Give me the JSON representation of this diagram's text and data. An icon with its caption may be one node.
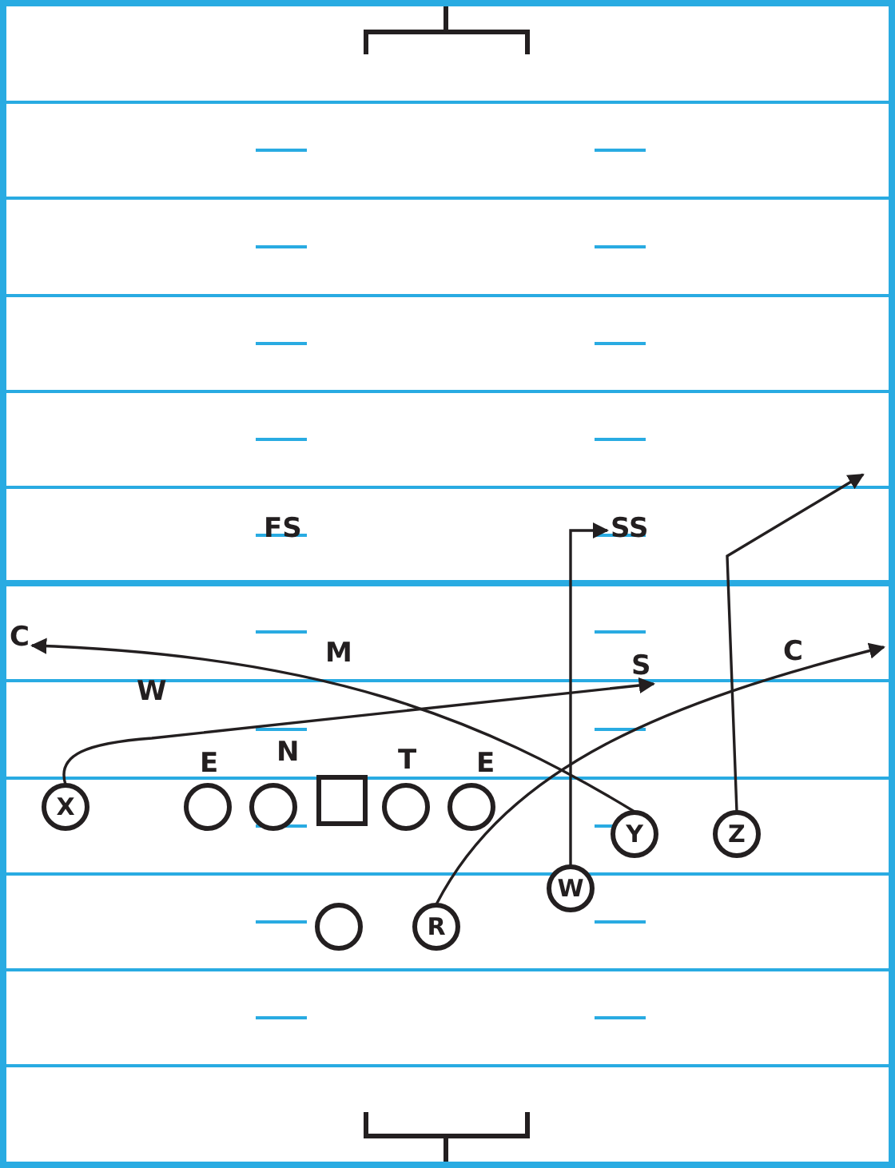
{
  "diagram": {
    "nodes": [
      {
        "text": [
          "SS"
        ]
      },
      {
        "text": [
          "C"
        ]
      },
      {
        "text": [
          "S"
        ]
      },
      {
        "text": [
          "X"
        ]
      },
      {
        "text": [],
        "shape": "circle"
      },
      {
        "text": [],
        "shape": "circle"
      },
      {
        "text": [],
        "shape": "box"
      },
      {
        "text": [],
        "shape": "circle"
      },
      {
        "text": [],
        "shape": "circle"
      },
      {
        "text": [
          "Y"
        ]
      },
      {
        "text": [
          "Z"
        ]
      },
      {
        "text": [
          "W"
        ]
      },
      {
        "text": [],
        "shape": "circle"
      },
      {
        "text": [
          "R"
        ]
      }
    ],
    "edges": [
      {
        "from": 3,
        "to": 2,
        "arrow": "to"
      },
      {
        "from": 9,
        "to": 1,
        "arrow": "to"
      },
      {
        "from": 10,
        "to": null,
        "arrow": "to"
      },
      {
        "from": 11,
        "to": 0,
        "arrow": "to"
      },
      {
        "from": 13,
        "to": null,
        "arrow": "to"
      }
    ],
    "labels": [
      "FS",
      "M",
      "C",
      "W",
      "E",
      "N",
      "T",
      "E"
    ]
  }
}
